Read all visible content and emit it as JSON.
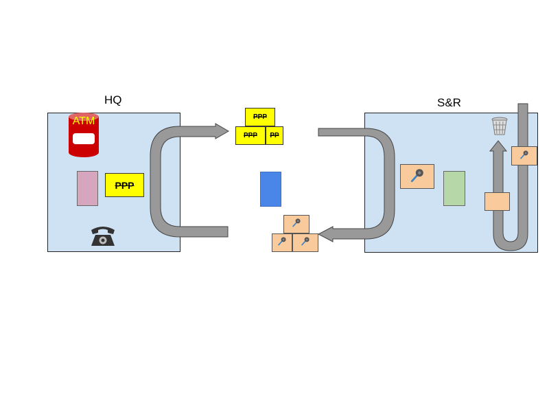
{
  "hq": {
    "title": "HQ",
    "atm_label": "ATM",
    "ppp_label": "PPP"
  },
  "sr": {
    "title": "S&R"
  },
  "middle": {
    "ppp_top": "PPP",
    "ppp_bottom_left": "PPP",
    "ppp_bottom_right": "PP"
  },
  "icons": {
    "phone": "phone-icon",
    "trash": "trash-icon",
    "mic": "microphone-icon"
  },
  "colors": {
    "box_fill": "#cfe2f3",
    "ppp_fill": "#ffff00",
    "mic_fill": "#f9cb9c",
    "pink": "#d5a6bd",
    "green": "#b6d7a8",
    "blue": "#4a86e8",
    "arrow": "#999999",
    "atm_red": "#cc0000"
  }
}
